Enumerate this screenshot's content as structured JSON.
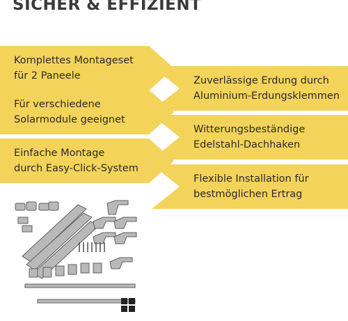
{
  "title": "SICHER & EFFIZIENT",
  "accent_color": "#f3d35a",
  "features_left": [
    {
      "line1": "Komplettes Montageset",
      "line2": "für 2 Paneele"
    },
    {
      "line1": "Für verschiedene",
      "line2": "Solarmodule geeignet"
    },
    {
      "line1": "Einfache Montage",
      "line2": "durch Easy-Click-System"
    }
  ],
  "features_right": [
    {
      "line1": "Zuverlässige Erdung durch",
      "line2": "Aluminium-Erdungsklemmen"
    },
    {
      "line1": "Witterungsbeständige",
      "line2": "Edelstahl-Dachhaken"
    },
    {
      "line1": "Flexible Installation für",
      "line2": "bestmöglichen Ertrag"
    }
  ],
  "product_image": "mounting-kit-parts"
}
